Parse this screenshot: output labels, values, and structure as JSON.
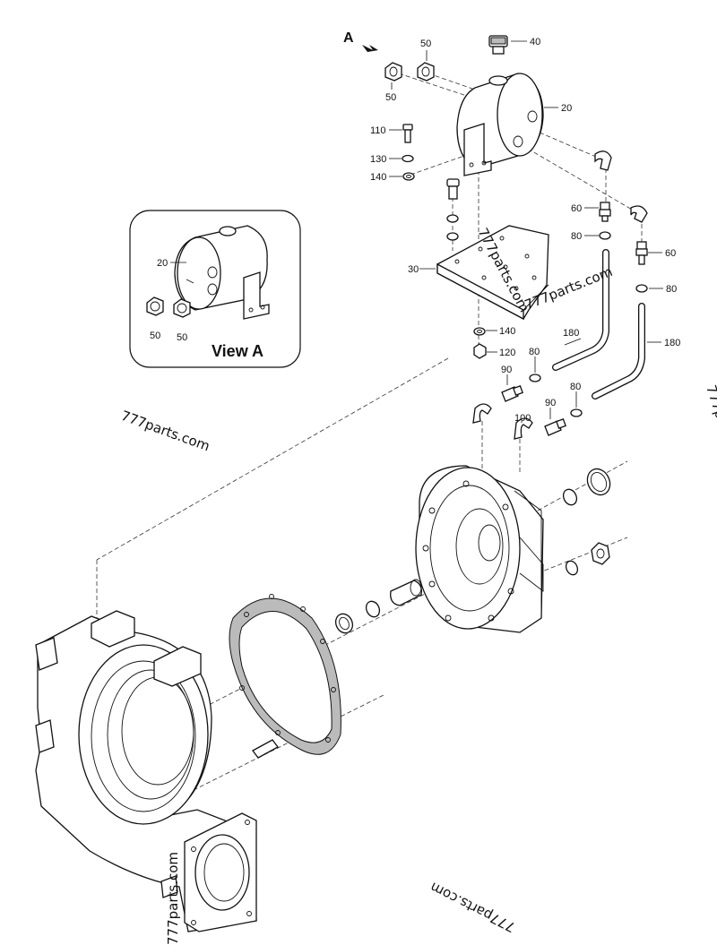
{
  "view_a": {
    "title": "View A",
    "callout_letter": "A"
  },
  "watermark": "777parts.com",
  "labels": {
    "l40": "40",
    "l50a": "50",
    "l50b": "50",
    "l20": "20",
    "l110": "110",
    "l130": "130",
    "l140a": "140",
    "l60a": "60",
    "l80a": "80",
    "l60b": "60",
    "l80b": "80",
    "l30": "30",
    "l140b": "140",
    "l120": "120",
    "l180a": "180",
    "l180b": "180",
    "l80c": "80",
    "l90a": "90",
    "l90b": "90",
    "l80d": "80",
    "l100": "100",
    "va20": "20",
    "va50a": "50",
    "va50b": "50"
  }
}
